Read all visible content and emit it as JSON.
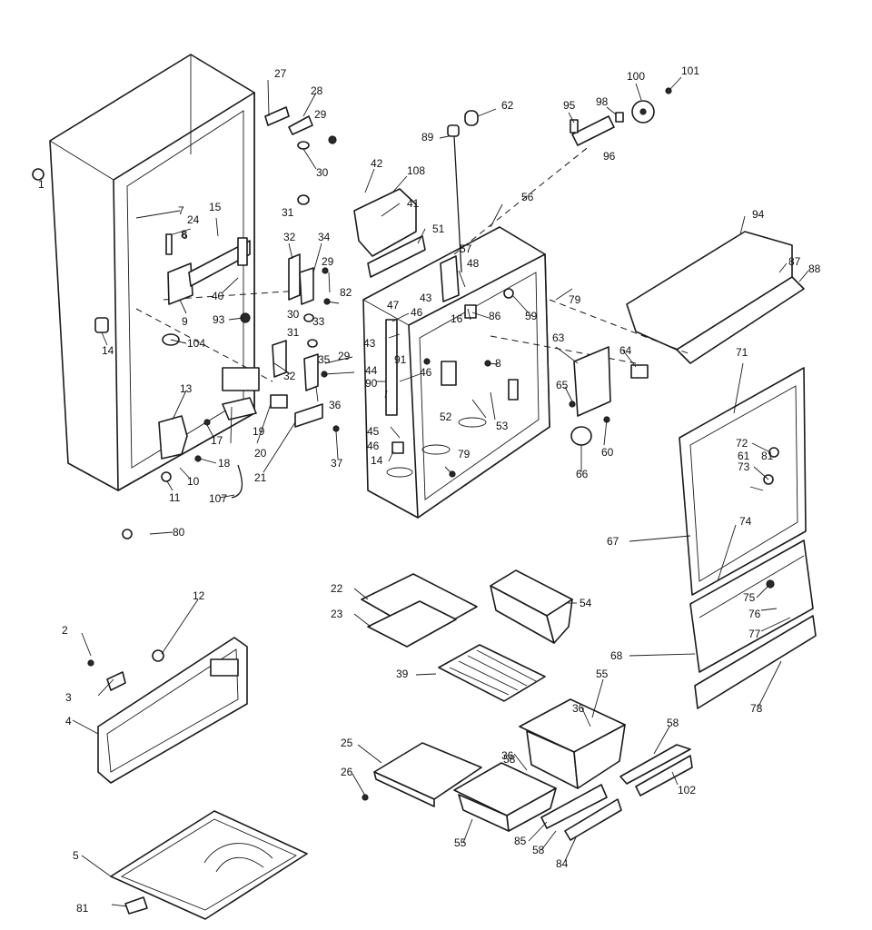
{
  "callouts": [
    {
      "id": "c1",
      "text": "1"
    },
    {
      "id": "c2",
      "text": "2"
    },
    {
      "id": "c3",
      "text": "3"
    },
    {
      "id": "c4",
      "text": "4"
    },
    {
      "id": "c5",
      "text": "5"
    },
    {
      "id": "c6",
      "text": "6"
    },
    {
      "id": "c7",
      "text": "7"
    },
    {
      "id": "c8a",
      "text": "8"
    },
    {
      "id": "c8b",
      "text": "8"
    },
    {
      "id": "c9",
      "text": "9"
    },
    {
      "id": "c10",
      "text": "10"
    },
    {
      "id": "c11",
      "text": "11"
    },
    {
      "id": "c12",
      "text": "12"
    },
    {
      "id": "c13",
      "text": "13"
    },
    {
      "id": "c14a",
      "text": "14"
    },
    {
      "id": "c14b",
      "text": "14"
    },
    {
      "id": "c15",
      "text": "15"
    },
    {
      "id": "c16",
      "text": "16"
    },
    {
      "id": "c17",
      "text": "17"
    },
    {
      "id": "c18",
      "text": "18"
    },
    {
      "id": "c19",
      "text": "19"
    },
    {
      "id": "c20",
      "text": "20"
    },
    {
      "id": "c21",
      "text": "21"
    },
    {
      "id": "c22",
      "text": "22"
    },
    {
      "id": "c23",
      "text": "23"
    },
    {
      "id": "c24",
      "text": "24"
    },
    {
      "id": "c25",
      "text": "25"
    },
    {
      "id": "c26",
      "text": "26"
    },
    {
      "id": "c27",
      "text": "27"
    },
    {
      "id": "c28",
      "text": "28"
    },
    {
      "id": "c29a",
      "text": "29"
    },
    {
      "id": "c29b",
      "text": "29"
    },
    {
      "id": "c29c",
      "text": "29"
    },
    {
      "id": "c30a",
      "text": "30"
    },
    {
      "id": "c30b",
      "text": "30"
    },
    {
      "id": "c31a",
      "text": "31"
    },
    {
      "id": "c31b",
      "text": "31"
    },
    {
      "id": "c32a",
      "text": "32"
    },
    {
      "id": "c32b",
      "text": "32"
    },
    {
      "id": "c33",
      "text": "33"
    },
    {
      "id": "c34",
      "text": "34"
    },
    {
      "id": "c35",
      "text": "35"
    },
    {
      "id": "c36a",
      "text": "36"
    },
    {
      "id": "c36b",
      "text": "36"
    },
    {
      "id": "c36c",
      "text": "36"
    },
    {
      "id": "c37",
      "text": "37"
    },
    {
      "id": "c39",
      "text": "39"
    },
    {
      "id": "c40",
      "text": "40"
    },
    {
      "id": "c41",
      "text": "41"
    },
    {
      "id": "c42",
      "text": "42"
    },
    {
      "id": "c43a",
      "text": "43"
    },
    {
      "id": "c43b",
      "text": "43"
    },
    {
      "id": "c44",
      "text": "44"
    },
    {
      "id": "c45",
      "text": "45"
    },
    {
      "id": "c46a",
      "text": "46"
    },
    {
      "id": "c46b",
      "text": "46"
    },
    {
      "id": "c46c",
      "text": "46"
    },
    {
      "id": "c47",
      "text": "47"
    },
    {
      "id": "c48",
      "text": "48"
    },
    {
      "id": "c51",
      "text": "51"
    },
    {
      "id": "c52",
      "text": "52"
    },
    {
      "id": "c53",
      "text": "53"
    },
    {
      "id": "c54",
      "text": "54"
    },
    {
      "id": "c55a",
      "text": "55"
    },
    {
      "id": "c55b",
      "text": "55"
    },
    {
      "id": "c56",
      "text": "56"
    },
    {
      "id": "c57",
      "text": "57"
    },
    {
      "id": "c58a",
      "text": "58"
    },
    {
      "id": "c58b",
      "text": "58"
    },
    {
      "id": "c58c",
      "text": "58"
    },
    {
      "id": "c59",
      "text": "59"
    },
    {
      "id": "c60",
      "text": "60"
    },
    {
      "id": "c61",
      "text": "61"
    },
    {
      "id": "c62",
      "text": "62"
    },
    {
      "id": "c63",
      "text": "63"
    },
    {
      "id": "c64",
      "text": "64"
    },
    {
      "id": "c65",
      "text": "65"
    },
    {
      "id": "c66",
      "text": "66"
    },
    {
      "id": "c67",
      "text": "67"
    },
    {
      "id": "c68",
      "text": "68"
    },
    {
      "id": "c71",
      "text": "71"
    },
    {
      "id": "c72",
      "text": "72"
    },
    {
      "id": "c73",
      "text": "73"
    },
    {
      "id": "c74",
      "text": "74"
    },
    {
      "id": "c75",
      "text": "75"
    },
    {
      "id": "c76",
      "text": "76"
    },
    {
      "id": "c77",
      "text": "77"
    },
    {
      "id": "c78",
      "text": "78"
    },
    {
      "id": "c79a",
      "text": "79"
    },
    {
      "id": "c79b",
      "text": "79"
    },
    {
      "id": "c80",
      "text": "80"
    },
    {
      "id": "c81a",
      "text": "81"
    },
    {
      "id": "c81b",
      "text": "81"
    },
    {
      "id": "c82",
      "text": "82"
    },
    {
      "id": "c84",
      "text": "84"
    },
    {
      "id": "c85",
      "text": "85"
    },
    {
      "id": "c86",
      "text": "86"
    },
    {
      "id": "c87",
      "text": "87"
    },
    {
      "id": "c88",
      "text": "88"
    },
    {
      "id": "c89",
      "text": "89"
    },
    {
      "id": "c90",
      "text": "90"
    },
    {
      "id": "c91",
      "text": "91"
    },
    {
      "id": "c93",
      "text": "93"
    },
    {
      "id": "c94",
      "text": "94"
    },
    {
      "id": "c95",
      "text": "95"
    },
    {
      "id": "c96",
      "text": "96"
    },
    {
      "id": "c98",
      "text": "98"
    },
    {
      "id": "c100",
      "text": "100"
    },
    {
      "id": "c101",
      "text": "101"
    },
    {
      "id": "c102",
      "text": "102"
    },
    {
      "id": "c104",
      "text": "104"
    },
    {
      "id": "c107",
      "text": "107"
    },
    {
      "id": "c108",
      "text": "108"
    }
  ]
}
